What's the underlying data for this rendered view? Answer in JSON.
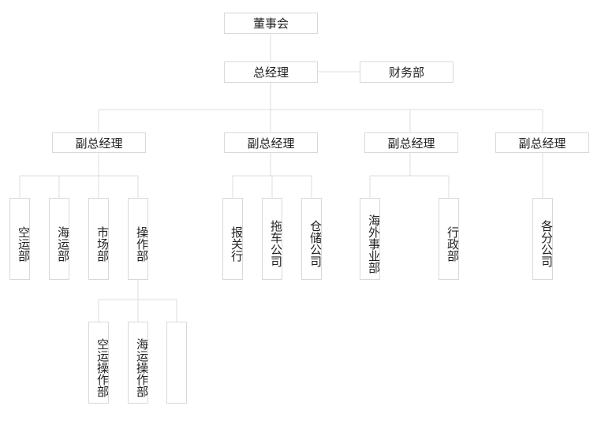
{
  "org": {
    "board": "董事会",
    "gm": "总经理",
    "finance": "财务部",
    "vp1": {
      "label": "副总经理",
      "depts": [
        "空运部",
        "海运部",
        "市场部",
        "操作部"
      ],
      "ops_subs": [
        "空运操作部",
        "海运操作部",
        ""
      ]
    },
    "vp2": {
      "label": "副总经理",
      "depts": [
        "报关行",
        "拖车公司",
        "仓储公司"
      ]
    },
    "vp3": {
      "label": "副总经理",
      "depts": [
        "海外事业部",
        "行政部"
      ]
    },
    "vp4": {
      "label": "副总经理",
      "depts": [
        "各分公司"
      ]
    }
  },
  "colors": {
    "line": "#dcdcdc",
    "border": "#d9d9d9",
    "text": "#222222"
  }
}
